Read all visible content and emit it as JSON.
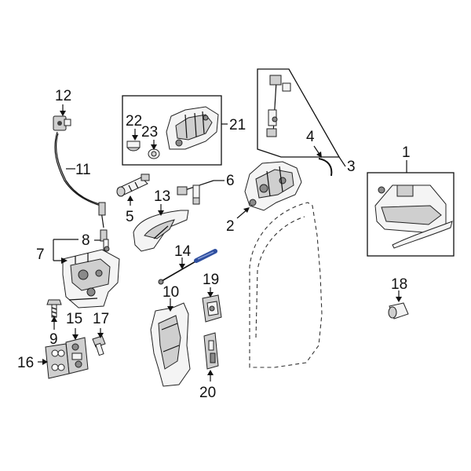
{
  "callouts": {
    "c1": "1",
    "c2": "2",
    "c3": "3",
    "c4": "4",
    "c5": "5",
    "c6": "6",
    "c7": "7",
    "c8": "8",
    "c9": "9",
    "c10": "10",
    "c11": "11",
    "c12": "12",
    "c13": "13",
    "c14": "14",
    "c15": "15",
    "c16": "16",
    "c17": "17",
    "c18": "18",
    "c19": "19",
    "c20": "20",
    "c21": "21",
    "c22": "22",
    "c23": "23"
  },
  "colors": {
    "line": "#111111",
    "highlight": "#2f4f9f",
    "fill_light": "#f4f4f4",
    "fill_dark": "#8a8a8a"
  }
}
